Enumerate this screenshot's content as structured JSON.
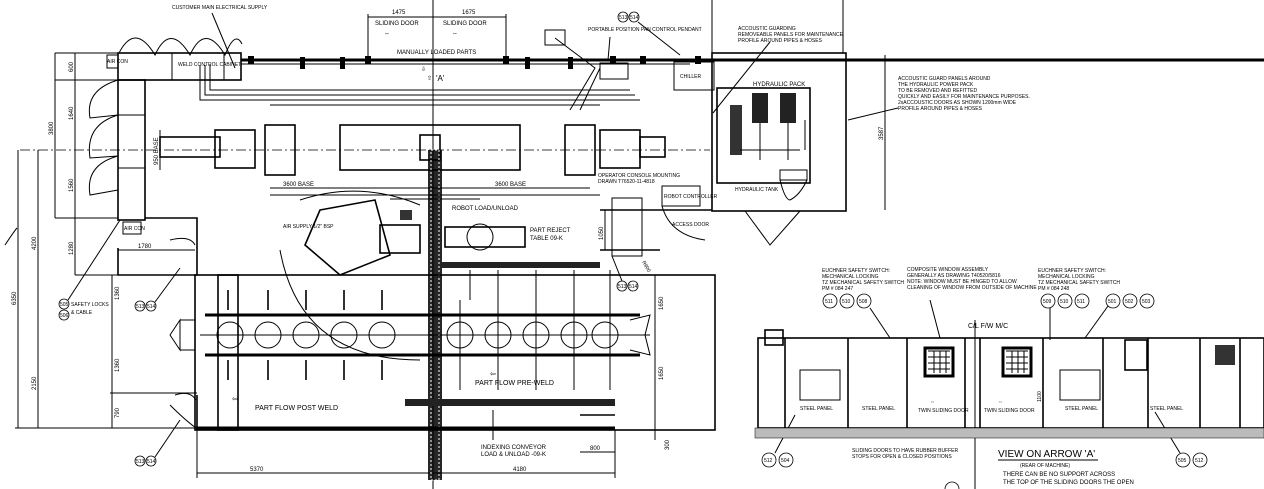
{
  "title": "VIEW ON ARROW 'A'",
  "subtitle": "(REAR OF MACHINE)",
  "plan": {
    "customer_supply": "CUSTOMER MAIN ELECTRICAL SUPPLY",
    "air_con_1": "AIR CON",
    "air_con_2": "AIR CON",
    "control_cabinet": "WELD CONTROL CABINET",
    "sliding_door_1": "SLIDING DOOR",
    "sliding_door_2": "SLIDING DOOR",
    "dim_door_1": "1475",
    "dim_door_2": "1675",
    "manually_loaded": "MANUALLY LOADED PARTS",
    "arrow_a": "'A'",
    "pendant": "PORTABLE POSITION PAN CONTROL PENDANT",
    "chiller": "CHILLER",
    "acoustic_guarding": [
      "ACCOUSTIC GUARDING",
      "REMOVEABLE PANELS FOR MAINTENANCE",
      "PROFILE AROUND PIPES & HOSES"
    ],
    "hydraulic_pack": "HYDRAULIC PACK",
    "hydraulic_note": [
      "ACCOUSTIC GUARD PANELS AROUND",
      "THE HYDRAULIC POWER PACK",
      "TO BE REMOVED AND REFITTED",
      "QUICKLY AND EASILY FOR MAINTENANCE PURPOSES.",
      "2xACCOUSTIC DOORS AS SHOWN 1200mm WIDE",
      "PROFILE AROUND PIPES & HOSES"
    ],
    "hydraulic_sub": "HYDRAULIC TANK",
    "dim_3587": "3587",
    "base_left": "3600 BASE",
    "base_right": "3600 BASE",
    "base_950": "950 BASE",
    "robot_load": "ROBOT LOAD/UNLOAD",
    "air_supply": "AIR SUPPLY 1/2\" BSP",
    "part_reject": [
      "PART REJECT",
      "TABLE 09-K"
    ],
    "operator_console": [
      "OPERATOR CONSOLE MOUNTING",
      "DRAWN T76520-11-4818"
    ],
    "robot_controller": "ROBOT CONTROLLER",
    "access_door": "ACCESS DOOR",
    "safety_locks": [
      "SAFETY LOCKS",
      "& CABLE"
    ],
    "part_flow_post": "PART FLOW POST WELD",
    "part_flow_pre": "PART FLOW PRE-WELD",
    "indexing_conveyor": [
      "INDEXING CONVEYOR",
      "LOAD & UNLOAD -09-K"
    ],
    "swing_radius": "R900",
    "dims_left": [
      "6350",
      "4200",
      "2150",
      "3800",
      "600",
      "1640",
      "1560",
      "1280",
      "1780",
      "1360",
      "1360",
      "790",
      "950"
    ],
    "dims_right": [
      "1050",
      "1650",
      "1650",
      "300",
      "800"
    ],
    "dims_bottom": [
      "5370",
      "4180"
    ],
    "bubbles": {
      "top": [
        "513",
        "514"
      ],
      "left_safety": [
        "505",
        "506"
      ],
      "left_mid": [
        "513",
        "514"
      ],
      "left_bot": [
        "513",
        "514"
      ],
      "right_mid": [
        "513",
        "514"
      ]
    }
  },
  "elevation": {
    "centerline": "C/L F/W M/C",
    "note_left": [
      "EUCHNER SAFETY SWITCH:",
      "MECHANICAL LOCKING",
      "TZ MECHANICAL SAFETY SWITCH",
      "PM # 084 247"
    ],
    "note_mid": [
      "COMPOSITE WINDOW ASSEMBLY",
      "GENERALLY AS DRAWING T40520/5816",
      "NOTE: WINDOW MUST BE HINGED TO ALLOW",
      "CLEANING OF WINDOW FROM OUTSIDE OF MACHINE"
    ],
    "note_right": [
      "EUCHNER SAFETY SWITCH:",
      "MECHANICAL LOCKING",
      "TZ MECHANICAL SAFETY SWITCH",
      "PM # 084 248"
    ],
    "bubbles_left": [
      "511",
      "510",
      "508"
    ],
    "bubbles_mid": [
      "509",
      "510",
      "511"
    ],
    "bubbles_right": [
      "501",
      "502",
      "503"
    ],
    "bubbles_bot_left": [
      "512",
      "504"
    ],
    "bubbles_bot_right": [
      "505",
      "512"
    ],
    "panels": [
      "STEEL PANEL",
      "STEEL PANEL",
      "TWIN SLIDING DOOR",
      "TWIN SLIDING DOOR",
      "STEEL PANEL",
      "STEEL PANEL"
    ],
    "dim_1100": "1100",
    "sliding_note": [
      "SLIDING DOORS TO HAVE RUBBER BUFFER",
      "STOPS FOR OPEN & CLOSED POSITIONS"
    ],
    "bottom_note": [
      "THERE CAN BE NO SUPPORT ACROSS",
      "THE TOP OF THE SLIDING DOORS THE OPEN"
    ]
  }
}
